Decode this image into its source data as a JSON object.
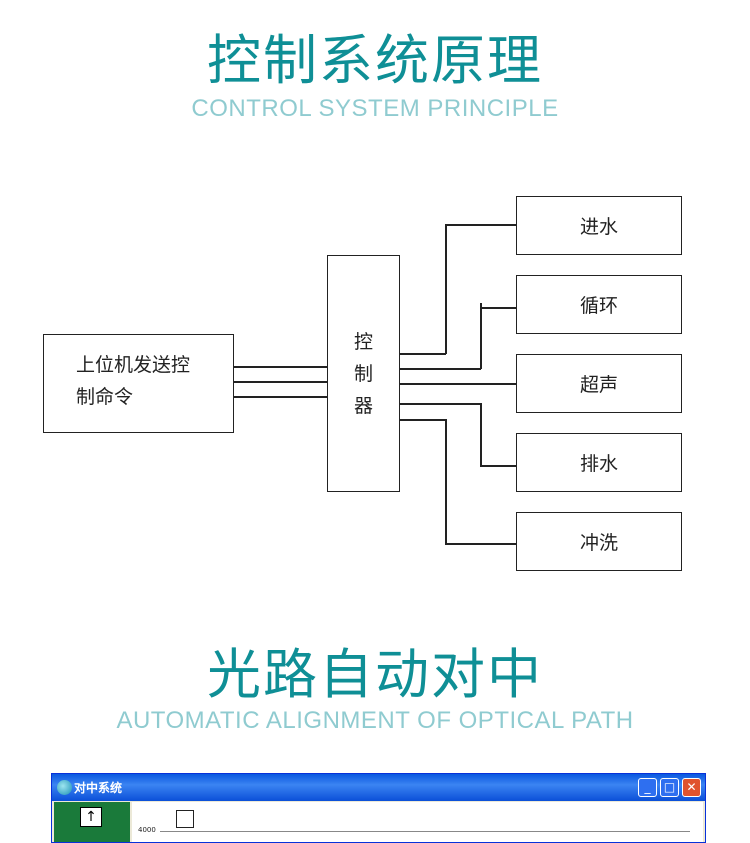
{
  "section1": {
    "title": "控制系统原理",
    "subtitle": "CONTROL SYSTEM PRINCIPLE"
  },
  "diagram": {
    "host_line1": "上位机发送控",
    "host_line2": "制命令",
    "controller": [
      "控",
      "制",
      "器"
    ],
    "outputs": [
      "进水",
      "循环",
      "超声",
      "排水",
      "冲洗"
    ]
  },
  "section2": {
    "title": "光路自动对中",
    "subtitle": "AUTOMATIC ALIGNMENT OF OPTICAL PATH"
  },
  "window": {
    "title": "对中系统",
    "arrow": "↑",
    "axis_value": "4000",
    "min_glyph": "_",
    "max_glyph": "□",
    "close_glyph": "✕"
  }
}
